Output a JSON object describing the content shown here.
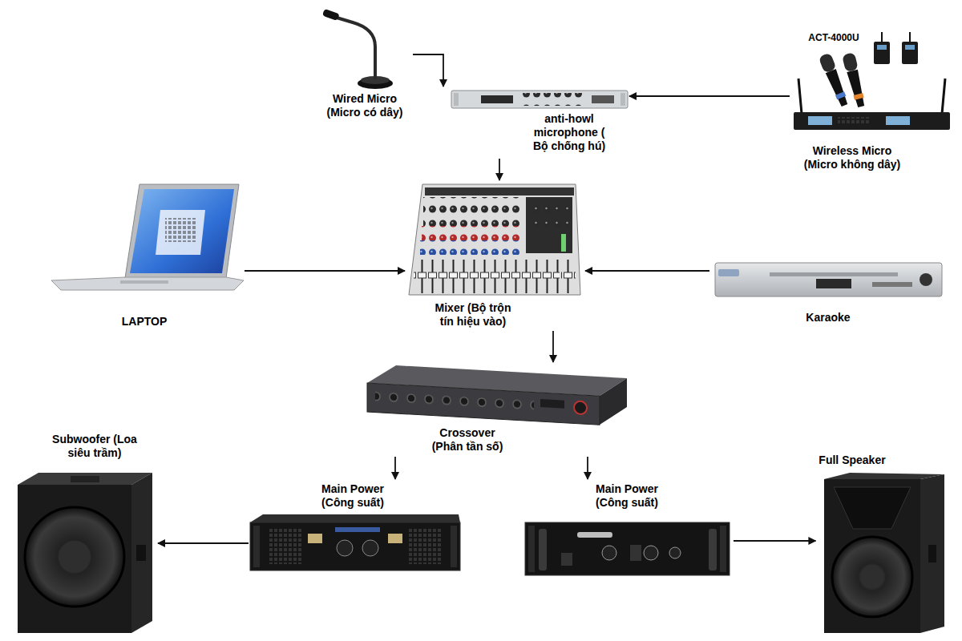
{
  "diagram": {
    "nodes": [
      {
        "text": [
          "Wired Micro (Micro có dây)"
        ]
      },
      {
        "text": [
          "anti-howl microphone ( Bộ chống hú)"
        ]
      },
      {
        "text": [
          "ACT-4000U",
          "Wireless Micro (Micro không dây)"
        ]
      },
      {
        "text": [
          "LAPTOP"
        ]
      },
      {
        "text": [
          "Mixer (Bộ trộn tín hiệu vào)"
        ]
      },
      {
        "text": [
          "Karaoke"
        ]
      },
      {
        "text": [
          "Crossover (Phân tần số)"
        ]
      },
      {
        "text": [
          "Subwoofer (Loa siêu trầm)"
        ]
      },
      {
        "text": [
          "Main Power (Công suất)"
        ]
      },
      {
        "text": [
          "Main Power (Công suất)"
        ]
      },
      {
        "text": [
          "Full Speaker"
        ]
      }
    ],
    "edges": [
      {
        "from": 0,
        "to": 1,
        "arrow": "to"
      },
      {
        "from": 2,
        "to": 1,
        "arrow": "to"
      },
      {
        "from": 1,
        "to": 4,
        "arrow": "to"
      },
      {
        "from": 3,
        "to": 4,
        "arrow": "to"
      },
      {
        "from": 5,
        "to": 4,
        "arrow": "to"
      },
      {
        "from": 4,
        "to": 6,
        "arrow": "to"
      },
      {
        "from": 6,
        "to": 8,
        "arrow": "to"
      },
      {
        "from": 6,
        "to": 9,
        "arrow": "to"
      },
      {
        "from": 8,
        "to": 7,
        "arrow": "to"
      },
      {
        "from": 9,
        "to": 10,
        "arrow": "to"
      }
    ]
  }
}
